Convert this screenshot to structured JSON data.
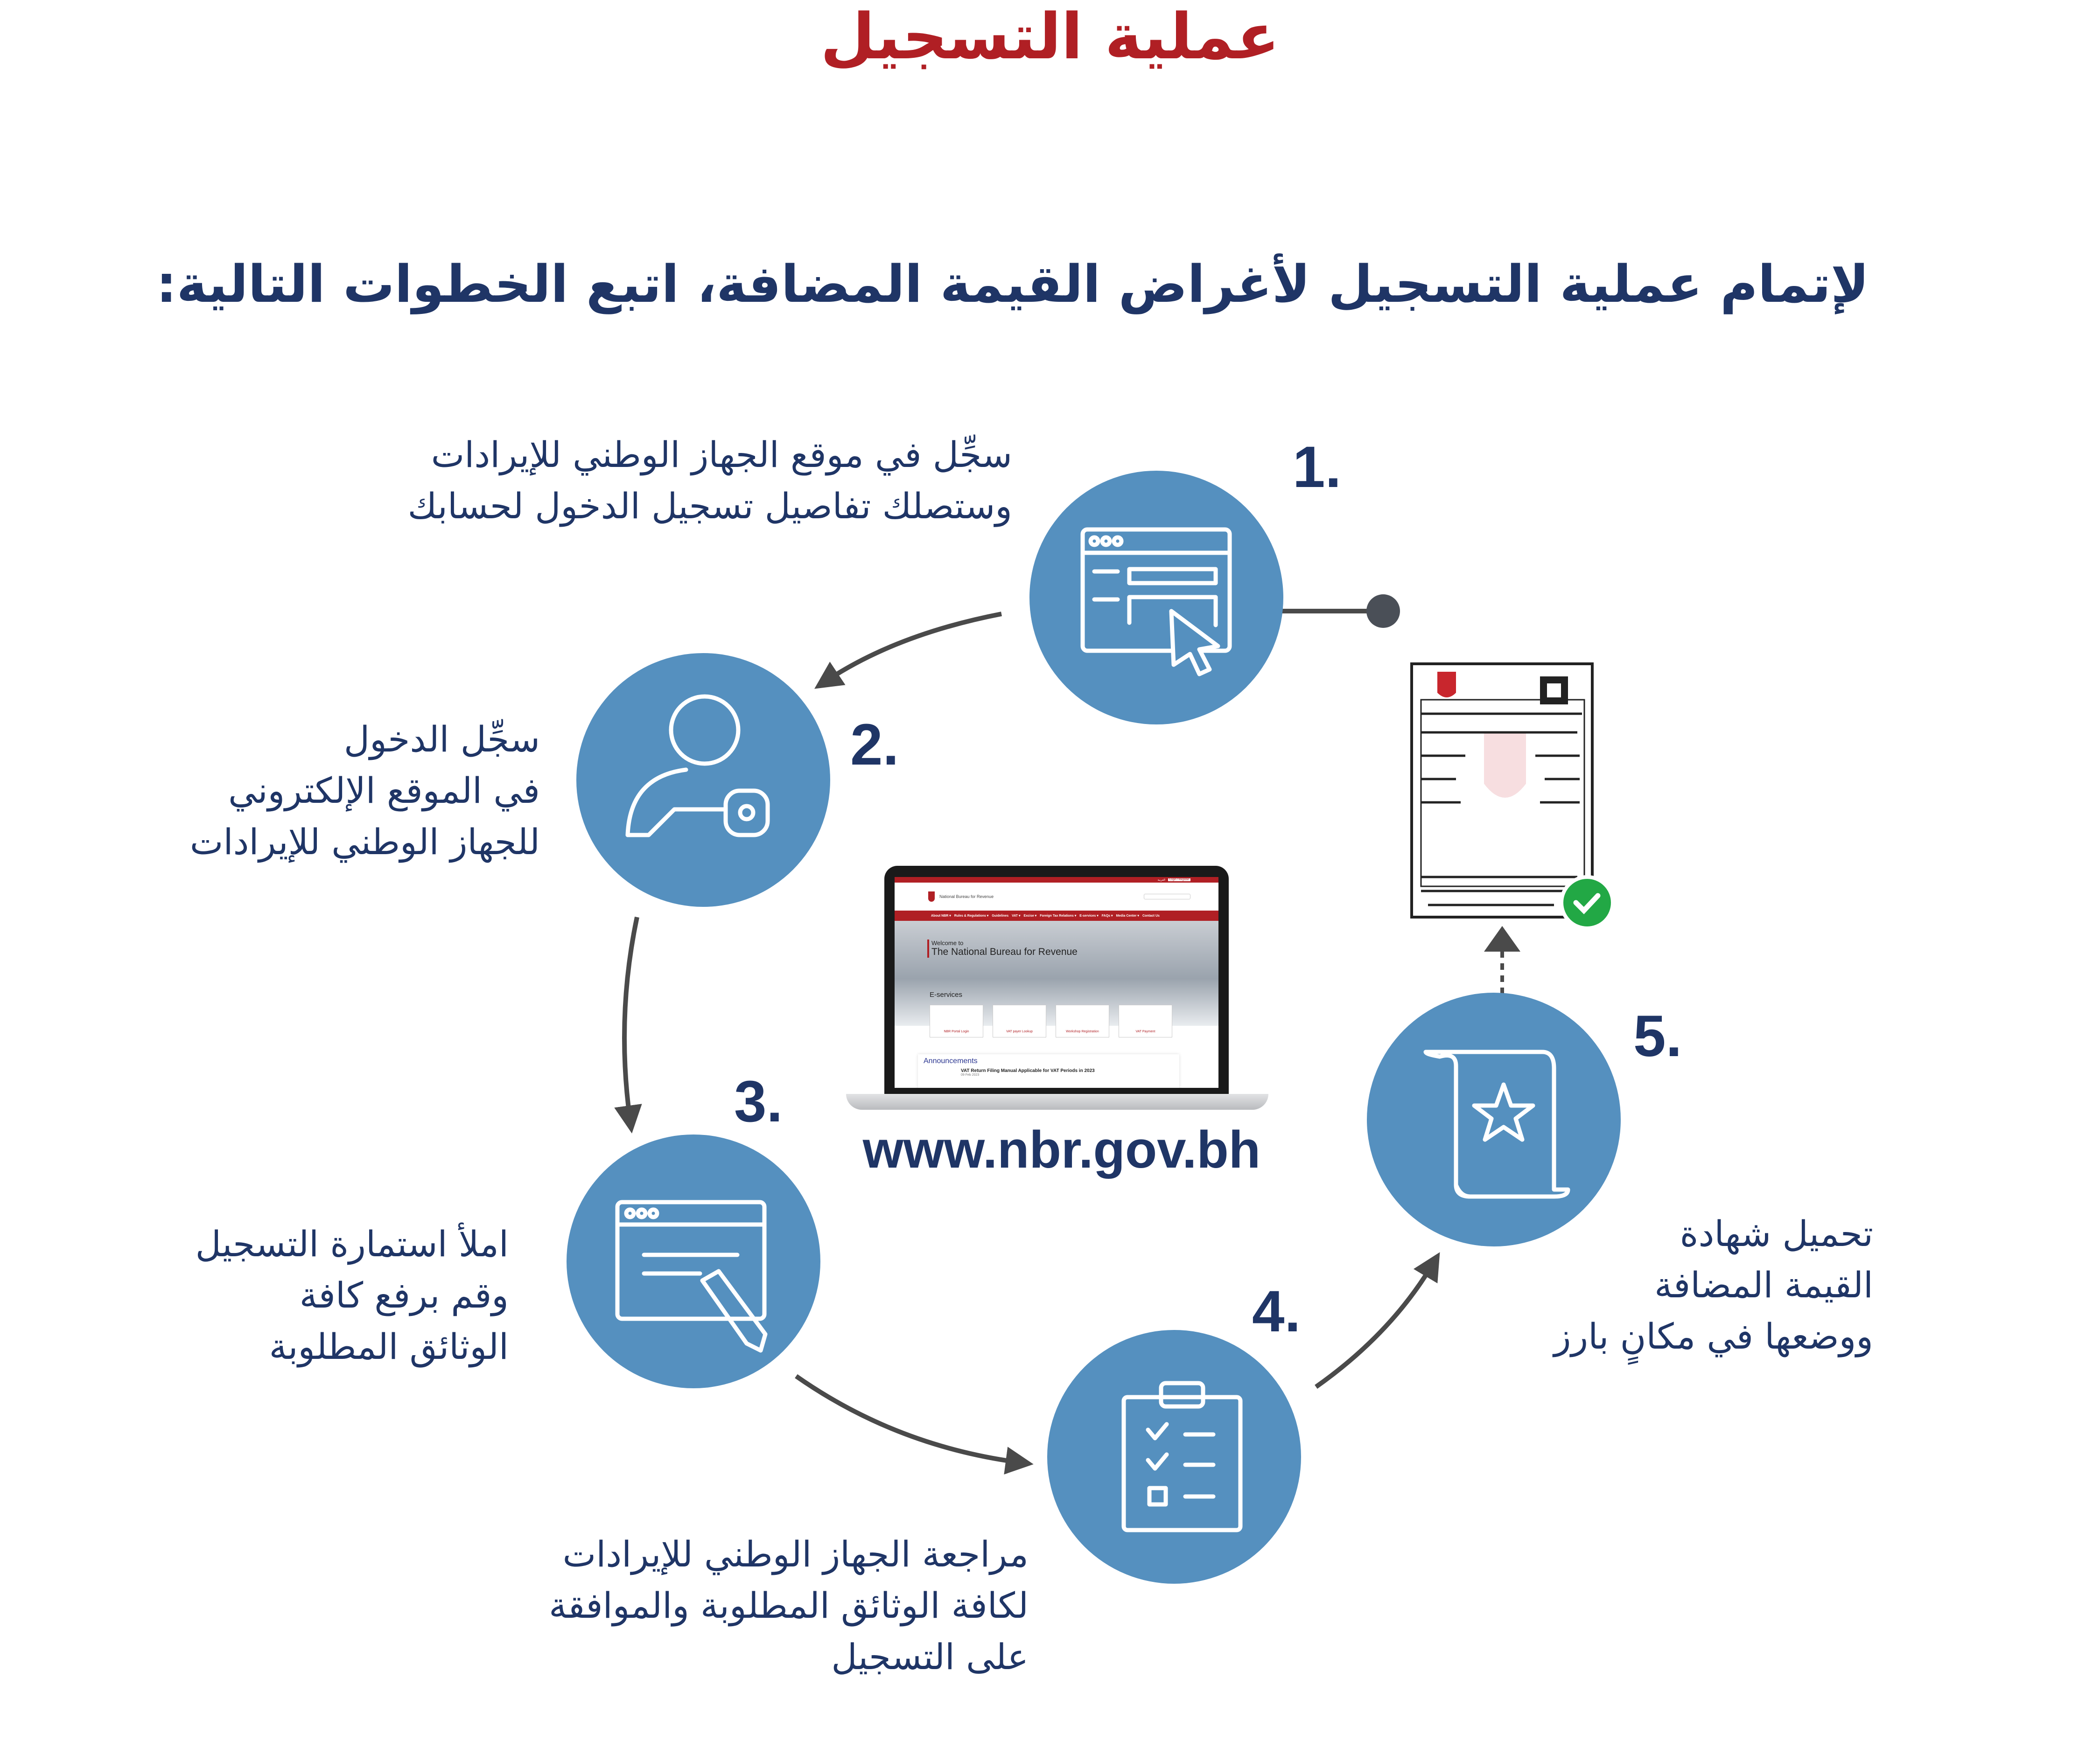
{
  "title": "عملية التسجيل",
  "subtitle": "لإتمام عملية التسجيل لأغراض القيمة المضافة، اتبع الخطوات التالية:",
  "colors": {
    "title": "#b01f24",
    "text": "#1f3566",
    "circle": "#5590bf",
    "arrow": "#4a4a4a",
    "check": "#22a845"
  },
  "steps": [
    {
      "number": "1.",
      "icon": "browser-cursor-icon",
      "lines": [
        "سجِّل في موقع الجهاز الوطني للإيرادات",
        "وستصلك تفاصيل تسجيل الدخول لحسابك"
      ]
    },
    {
      "number": "2.",
      "icon": "user-key-icon",
      "lines": [
        "سجِّل الدخول",
        "في الموقع الإلكتروني",
        "للجهاز الوطني للإيرادات"
      ]
    },
    {
      "number": "3.",
      "icon": "form-pen-icon",
      "lines": [
        "املأ استمارة التسجيل",
        "وقم برفع كافة",
        "الوثائق المطلوبة"
      ]
    },
    {
      "number": "4.",
      "icon": "clipboard-checklist-icon",
      "lines": [
        "مراجعة الجهاز الوطني للإيرادات",
        "لكافة الوثائق المطلوبة والموافقة",
        "على التسجيل"
      ]
    },
    {
      "number": "5.",
      "icon": "certificate-star-icon",
      "lines": [
        "تحميل شهادة",
        "القيمة المضافة",
        "ووضعها في مكانٍ بارز"
      ]
    }
  ],
  "url": "www.nbr.gov.bh",
  "website": {
    "top_links": [
      "العربية",
      "Login / Register"
    ],
    "org_name": "National Bureau for Revenue",
    "nav": [
      "About NBR ▾",
      "Rules & Regulations ▾",
      "Guidelines",
      "VAT ▾",
      "Excise ▾",
      "Foreign Tax Relations ▾",
      "E-services ▾",
      "FAQs ▾",
      "Media Center ▾",
      "Contact Us"
    ],
    "welcome": "Welcome to",
    "hero_title": "The National Bureau for Revenue",
    "eservices_label": "E-services",
    "eservices": [
      "NBR Portal Login",
      "VAT payer Lookup",
      "Workshop Registration",
      "VAT Payment"
    ],
    "announcements_label": "Announcements",
    "announcement": "VAT Return Filing Manual Applicable for VAT Periods in 2023",
    "announcement_date": "09 Feb 2023"
  }
}
